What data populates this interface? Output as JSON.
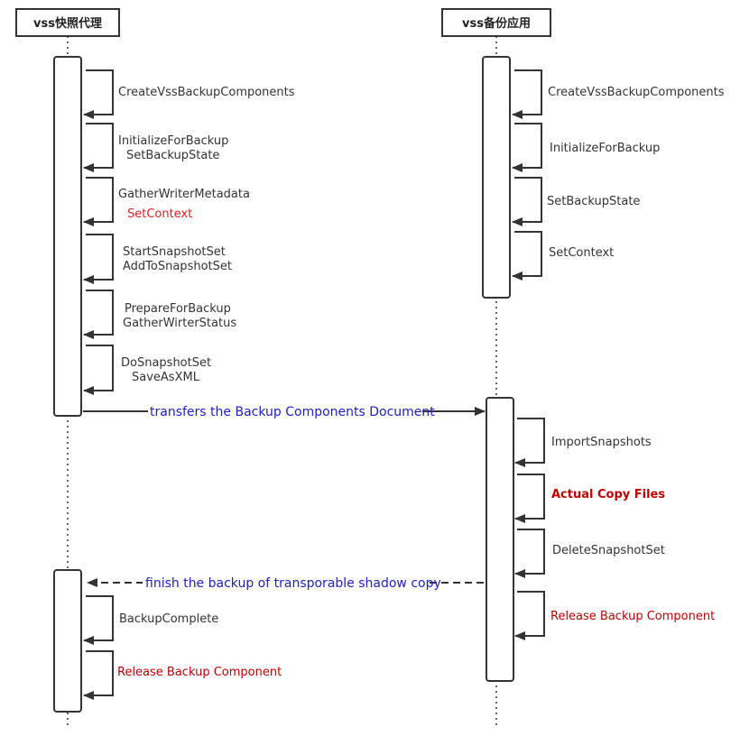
{
  "participants": {
    "left": "vss快照代理",
    "right": "vss备份应用"
  },
  "colors": {
    "line": "#333333",
    "red": "#e02020",
    "darkred": "#c00000",
    "blue": "#2020c0"
  },
  "left_calls": {
    "c1": "CreateVssBackupComponents",
    "c2a": "InitializeForBackup",
    "c2b": "SetBackupState",
    "c3a": "GatherWriterMetadata",
    "c3b": "SetContext",
    "c4a": "StartSnapshotSet",
    "c4b": "AddToSnapshotSet",
    "c5a": "PrepareForBackup",
    "c5b": "GatherWirterStatus",
    "c6a": "DoSnapshotSet",
    "c6b": "SaveAsXML",
    "c7": "BackupComplete",
    "c8": "Release Backup Component"
  },
  "right_calls": {
    "r1": "CreateVssBackupComponents",
    "r2": "InitializeForBackup",
    "r3": "SetBackupState",
    "r4": "SetContext",
    "r5": "ImportSnapshots",
    "r6": "Actual Copy Files",
    "r7": "DeleteSnapshotSet",
    "r8": "Release Backup Component"
  },
  "messages": {
    "transfer": "transfers the Backup Components Document",
    "finish": "finish the backup of transporable shadow copy"
  }
}
